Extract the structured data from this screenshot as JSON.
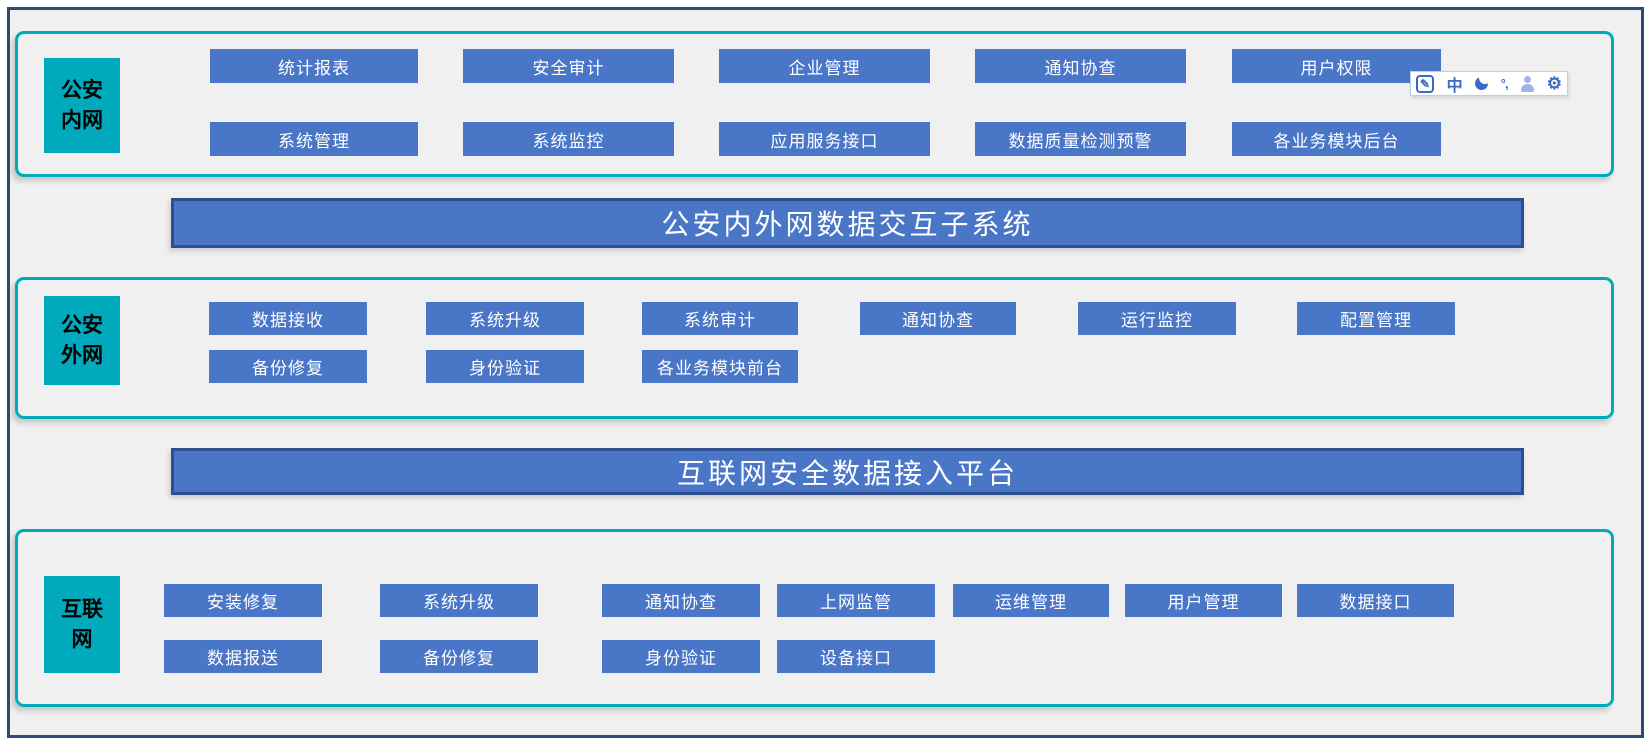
{
  "window": {
    "background_color": "#f0f0f0",
    "frame_border_color": "#2c4a7c"
  },
  "colors": {
    "module_button_blue": "#4a76c8",
    "banner_blue": "#4a76c8",
    "banner_border": "#2f4e8e",
    "zone_teal": "#00a9bc",
    "section_border_teal": "#00abb9",
    "button_text": "#ffffff",
    "zone_label_text": "#000000"
  },
  "sections": [
    {
      "id": "police-intranet",
      "label_line1": "公安",
      "label_line2": "内网",
      "buttons": [
        "统计报表",
        "安全审计",
        "企业管理",
        "通知协查",
        "用户权限",
        "系统管理",
        "系统监控",
        "应用服务接口",
        "数据质量检测预警",
        "各业务模块后台"
      ]
    },
    {
      "id": "police-extranet",
      "label_line1": "公安",
      "label_line2": "外网",
      "buttons": [
        "数据接收",
        "系统升级",
        "系统审计",
        "通知协查",
        "运行监控",
        "配置管理",
        "备份修复",
        "身份验证",
        "各业务模块前台"
      ]
    },
    {
      "id": "internet",
      "label_line1": "互联",
      "label_line2": "网",
      "buttons": [
        "安装修复",
        "系统升级",
        "通知协查",
        "上网监管",
        "运维管理",
        "用户管理",
        "数据接口",
        "数据报送",
        "备份修复",
        "身份验证",
        "设备接口"
      ]
    }
  ],
  "banners": [
    {
      "label": "公安内外网数据交互子系统"
    },
    {
      "label": "互联网安全数据接入平台"
    }
  ],
  "ime_toolbar": {
    "pen_glyph": "✎",
    "chinese_mode_label": "中",
    "punctuation_label": "°,",
    "gear_glyph": "⚙",
    "icons": [
      "ime-input-mode-icon",
      "ime-chinese-mode-icon",
      "ime-fullwidth-moon-icon",
      "ime-punctuation-icon",
      "ime-user-icon",
      "ime-settings-gear-icon"
    ]
  }
}
